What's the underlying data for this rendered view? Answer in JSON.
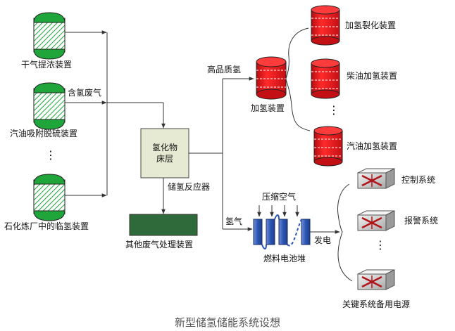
{
  "caption": "新型储氢储能系统设想",
  "sources": {
    "dry_gas": "干气提浓装置",
    "gasoline": "汽油吸附脱硫装置",
    "refinery": "石化炼厂中的临氢装置",
    "dots": "⋮"
  },
  "flow": {
    "hydrogen_waste_gas": "含氢废气",
    "high_quality_h2": "高品质氢",
    "hydrogen": "氢气",
    "compressed_air": "压缩空气",
    "power_out": "发电"
  },
  "reactor": {
    "line1": "氢化物",
    "line2": "床层",
    "label": "储氢反应器"
  },
  "waste_unit": "其他废气处理装置",
  "hydrogenation": {
    "main": "加氢装置",
    "cracking": "加氢裂化装置",
    "diesel": "柴油加氢装置",
    "gasoline": "汽油加氢装置",
    "dots": "⋮"
  },
  "fuel_cell": "燃料电池堆",
  "systems": {
    "control": "控制系统",
    "alarm": "报警系统",
    "backup": "关键系统备用电源",
    "dots": "⋮"
  },
  "colors": {
    "green_tank": "#1fa53a",
    "red_tank": "#e8141b",
    "reactor_fill": "#e6ead3",
    "waste_fill": "#2f6b3a",
    "cell_fill": "#3a5fb0"
  }
}
